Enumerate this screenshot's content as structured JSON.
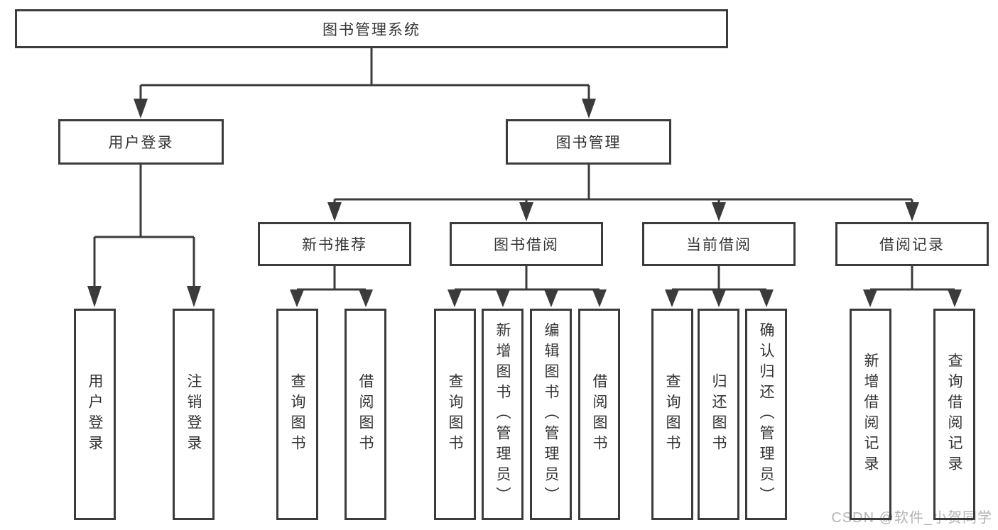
{
  "colors": {
    "line": "#3b3b3b",
    "text": "#333333",
    "watermark": "#b4b4b4",
    "background": "#ffffff"
  },
  "tree": {
    "root": {
      "label": "图书管理系统"
    },
    "children": [
      {
        "label": "用户登录",
        "children": [
          {
            "label": "用户登录"
          },
          {
            "label": "注销登录"
          }
        ]
      },
      {
        "label": "图书管理",
        "children": [
          {
            "label": "新书推荐",
            "children": [
              {
                "label": "查询图书"
              },
              {
                "label": "借阅图书"
              }
            ]
          },
          {
            "label": "图书借阅",
            "children": [
              {
                "label": "查询图书"
              },
              {
                "label": "新增图书（管理员）"
              },
              {
                "label": "编辑图书（管理员）"
              },
              {
                "label": "借阅图书"
              }
            ]
          },
          {
            "label": "当前借阅",
            "children": [
              {
                "label": "查询图书"
              },
              {
                "label": "归还图书"
              },
              {
                "label": "确认归还（管理员）"
              }
            ]
          },
          {
            "label": "借阅记录",
            "children": [
              {
                "label": "新增借阅记录"
              },
              {
                "label": "查询借阅记录"
              }
            ]
          }
        ]
      }
    ]
  },
  "watermark": {
    "text": "CSDN @软件_小贺同学"
  }
}
